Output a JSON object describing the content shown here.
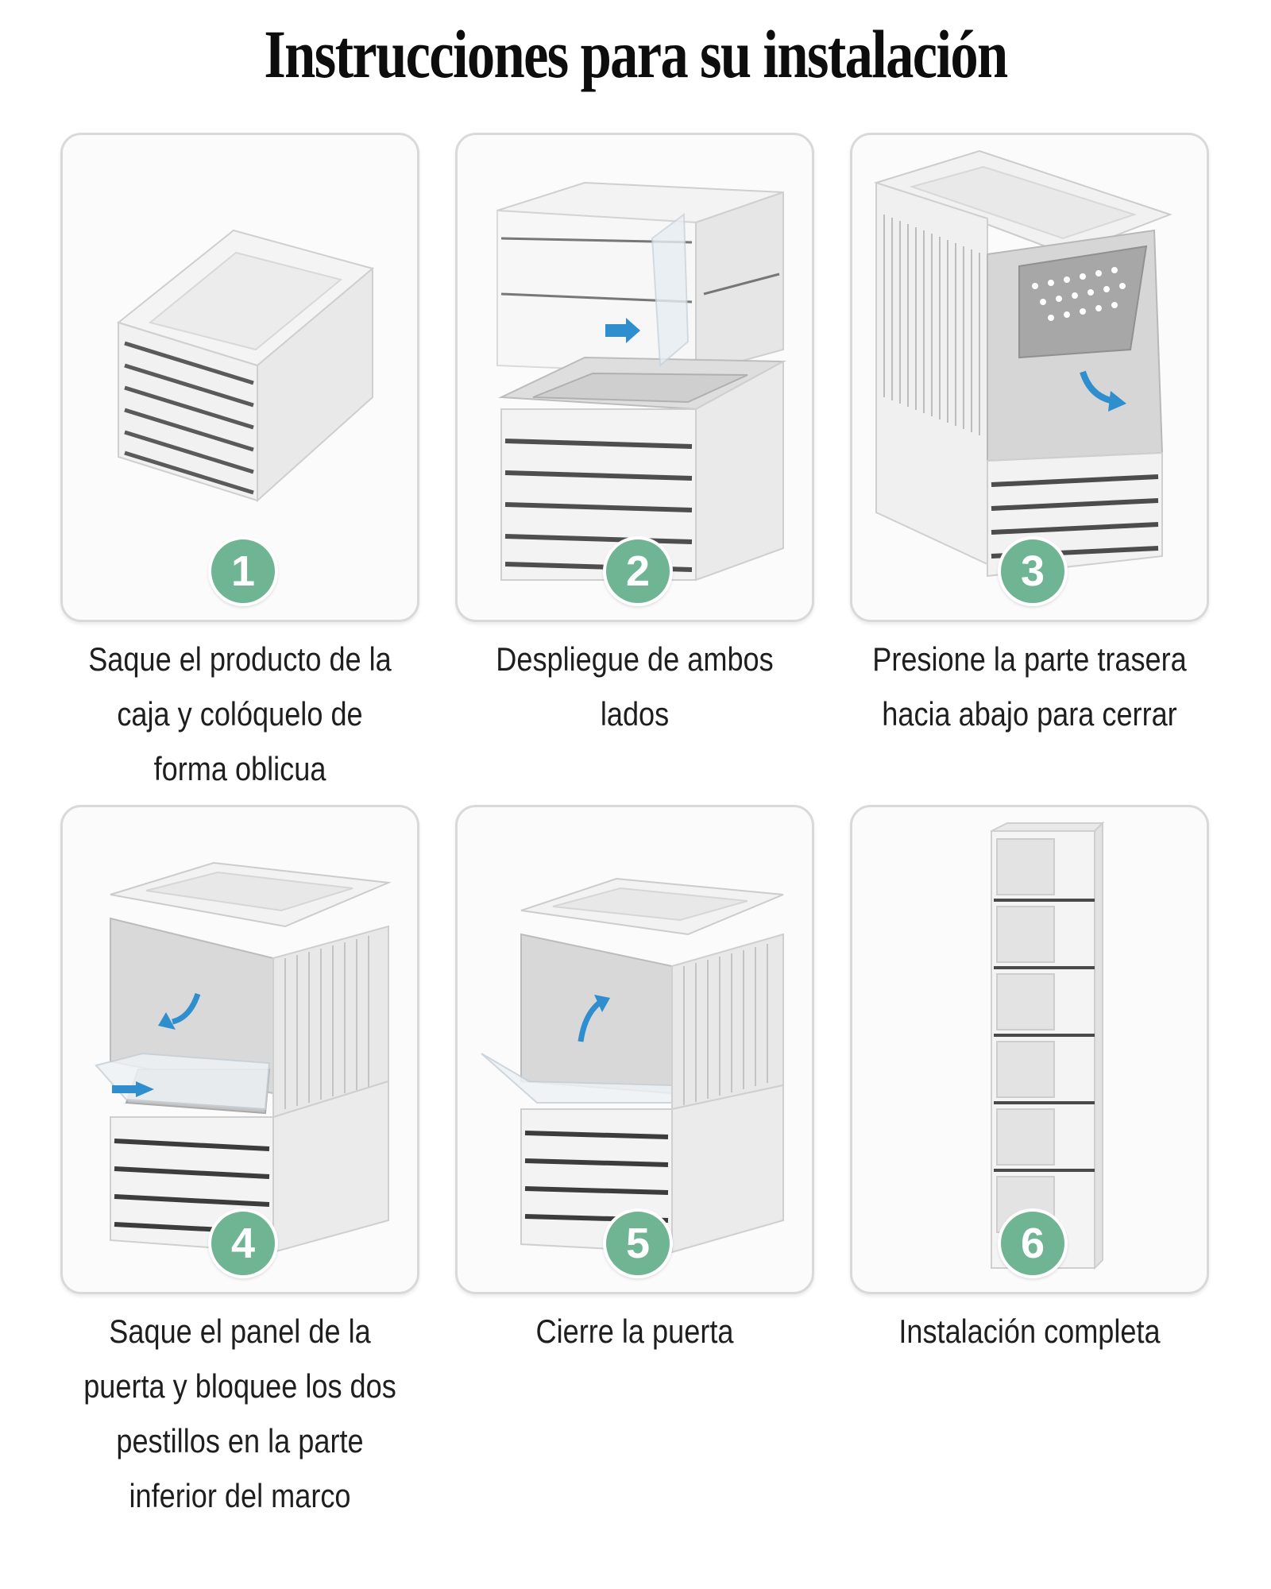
{
  "title": "Instrucciones para su instalación",
  "steps": [
    {
      "number": "1",
      "caption": "Saque el producto de la caja y colóquelo de forma oblicua"
    },
    {
      "number": "2",
      "caption": "Despliegue de ambos lados"
    },
    {
      "number": "3",
      "caption": "Presione la parte trasera hacia abajo para cerrar"
    },
    {
      "number": "4",
      "caption": "Saque el panel de la puerta y bloquee los dos pestillos en la parte inferior del marco"
    },
    {
      "number": "5",
      "caption": "Cierre la puerta"
    },
    {
      "number": "6",
      "caption": "Instalación completa"
    }
  ],
  "colors": {
    "badge": "#6fb594",
    "arrow": "#2f8fce",
    "border": "#d9d9d9"
  }
}
